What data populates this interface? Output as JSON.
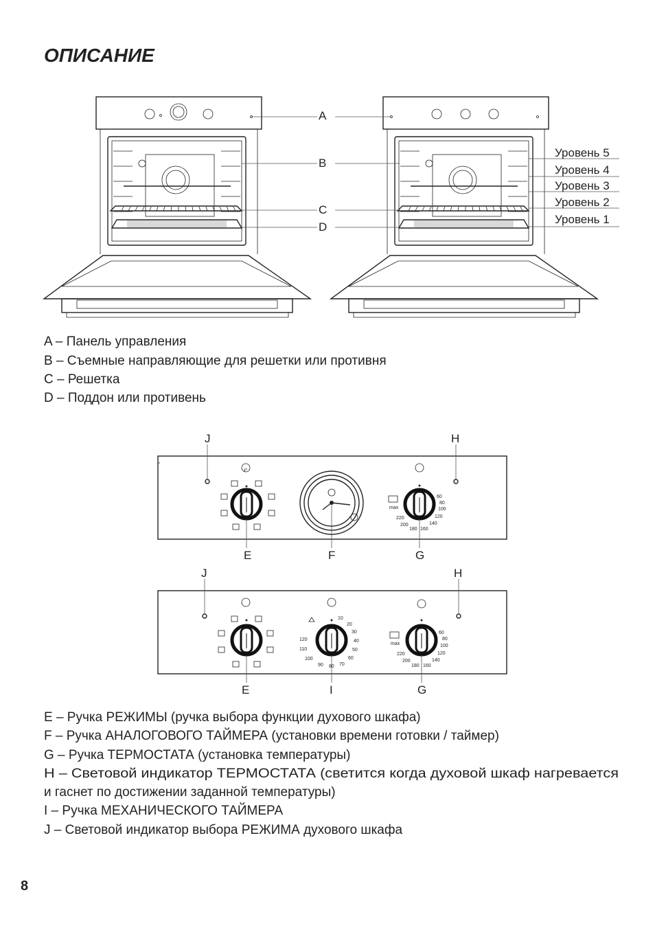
{
  "page": {
    "title": "ОПИСАНИЕ",
    "page_number": "8"
  },
  "oven_figure": {
    "callouts": {
      "a": "A",
      "b": "B",
      "c": "C",
      "d": "D"
    },
    "levels": [
      "Уровень 5",
      "Уровень 4",
      "Уровень 3",
      "Уровень 2",
      "Уровень 1"
    ]
  },
  "oven_legend": [
    {
      "letter": "A",
      "text": "A – Панель управления"
    },
    {
      "letter": "B",
      "text": "B – Съемные направляющие для решетки или противня"
    },
    {
      "letter": "C",
      "text": "C – Решетка"
    },
    {
      "letter": "D",
      "text": "D – Поддон или противень"
    }
  ],
  "panel_figure": {
    "panel1": {
      "j": "J",
      "h": "H",
      "e": "E",
      "f": "F",
      "g": "G"
    },
    "panel2": {
      "j": "J",
      "h": "H",
      "e": "E",
      "i": "I",
      "g": "G"
    },
    "thermostat_ticks": [
      "60",
      "80",
      "100",
      "120",
      "140",
      "160",
      "180",
      "200",
      "220"
    ],
    "thermostat_max": "max",
    "timer_ticks": [
      "10",
      "20",
      "30",
      "40",
      "50",
      "60",
      "70",
      "80",
      "90",
      "100",
      "110",
      "120"
    ]
  },
  "controls_legend": [
    {
      "text": "E – Ручка РЕЖИМЫ (ручка выбора функции духового шкафа)"
    },
    {
      "text": "F – Ручка АНАЛОГОВОГО ТАЙМЕРА (установки времени готовки / таймер)"
    },
    {
      "text": "G – Ручка ТЕРМОСТАТА (установка температуры)"
    },
    {
      "text": "H – Световой индикатор ТЕРМОСТАТА (светится когда духовой шкаф нагревается"
    },
    {
      "text": "и гаснет по достижении заданной температуры)"
    },
    {
      "text": "I – Ручка МЕХАНИЧЕСКОГО ТАЙМЕРА"
    },
    {
      "text": "J – Световой индикатор выбора РЕЖИМА духового шкафа"
    }
  ]
}
